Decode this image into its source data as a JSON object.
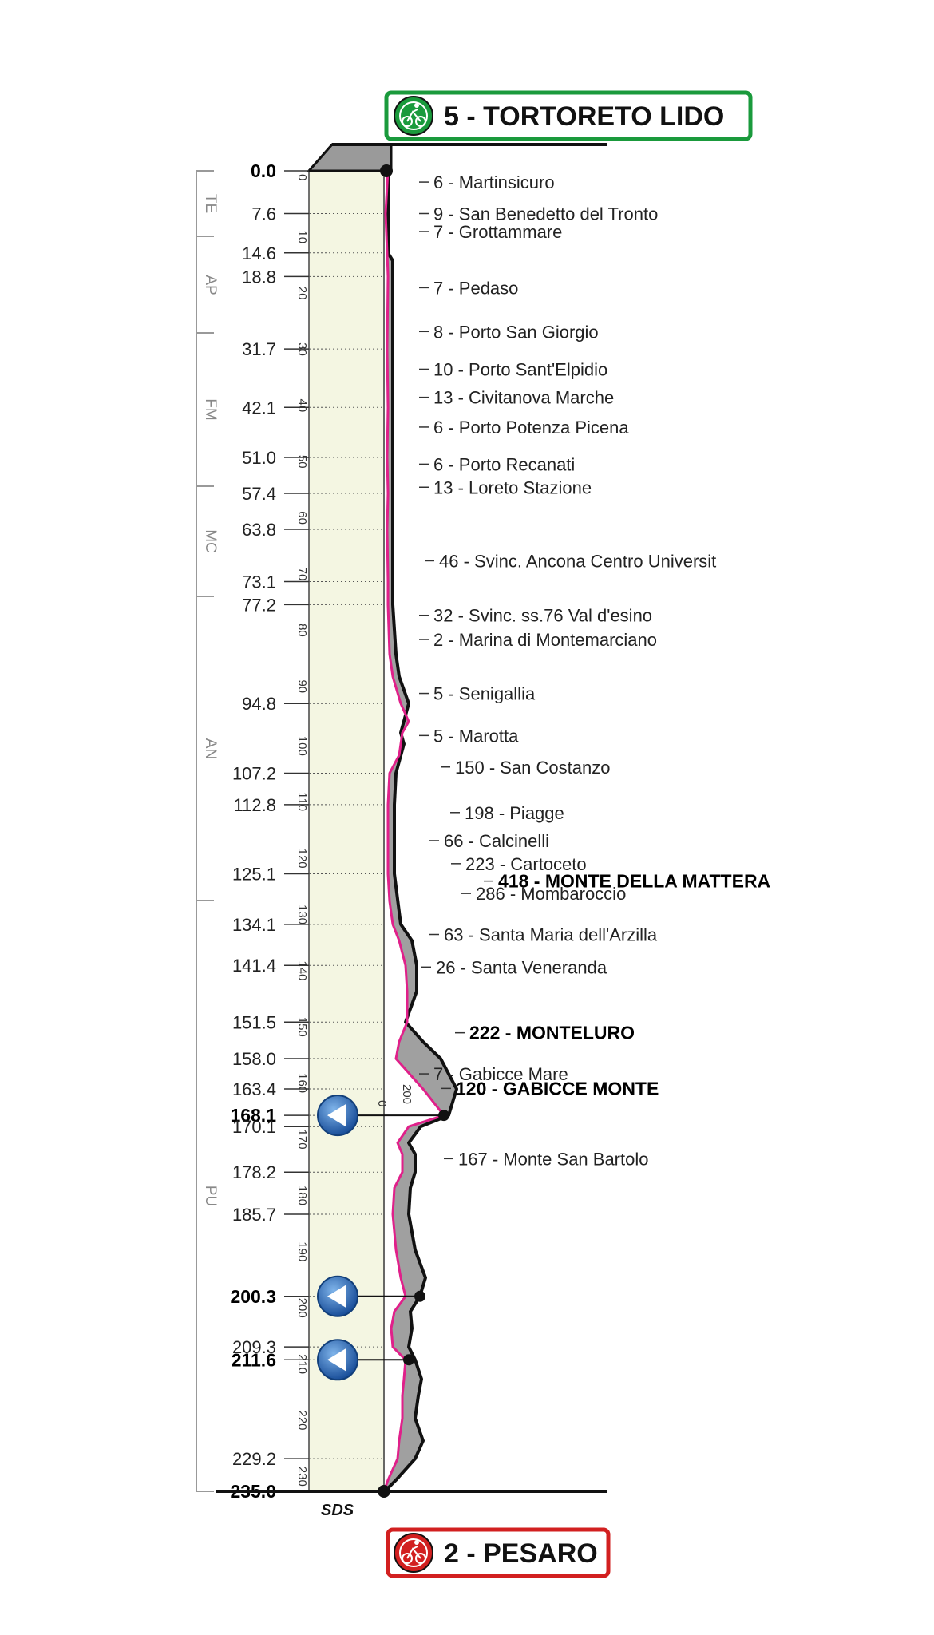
{
  "start": {
    "label": "5 - TORTORETO LIDO",
    "color": "#1a9a3c",
    "icon": "cyclist-start-icon"
  },
  "finish": {
    "label": "2 - PESARO",
    "color": "#d22020",
    "icon": "cyclist-finish-icon"
  },
  "credit": "SDS",
  "altitude_scale": {
    "labels": [
      "0",
      "200"
    ]
  },
  "distance_ticks": [
    "0",
    "10",
    "20",
    "30",
    "40",
    "50",
    "60",
    "70",
    "80",
    "90",
    "100",
    "110",
    "120",
    "130",
    "140",
    "150",
    "160",
    "170",
    "180",
    "190",
    "200",
    "210",
    "220",
    "230"
  ],
  "provinces": [
    "TE",
    "AP",
    "FM",
    "MC",
    "AN",
    "PU"
  ],
  "km_labels": [
    {
      "text": "0.0",
      "bold": true
    },
    {
      "text": "7.6",
      "bold": false
    },
    {
      "text": "14.6",
      "bold": false
    },
    {
      "text": "18.8",
      "bold": false
    },
    {
      "text": "31.7",
      "bold": false
    },
    {
      "text": "42.1",
      "bold": false
    },
    {
      "text": "51.0",
      "bold": false
    },
    {
      "text": "57.4",
      "bold": false
    },
    {
      "text": "63.8",
      "bold": false
    },
    {
      "text": "73.1",
      "bold": false
    },
    {
      "text": "77.2",
      "bold": false
    },
    {
      "text": "94.8",
      "bold": false
    },
    {
      "text": "107.2",
      "bold": false
    },
    {
      "text": "112.8",
      "bold": false
    },
    {
      "text": "125.1",
      "bold": false
    },
    {
      "text": "134.1",
      "bold": false
    },
    {
      "text": "141.4",
      "bold": false
    },
    {
      "text": "151.5",
      "bold": false
    },
    {
      "text": "158.0",
      "bold": false
    },
    {
      "text": "163.4",
      "bold": false
    },
    {
      "text": "168.1",
      "bold": true
    },
    {
      "text": "170.1",
      "bold": false
    },
    {
      "text": "178.2",
      "bold": false
    },
    {
      "text": "185.7",
      "bold": false
    },
    {
      "text": "200.3",
      "bold": true
    },
    {
      "text": "209.3",
      "bold": false
    },
    {
      "text": "211.6",
      "bold": true
    },
    {
      "text": "229.2",
      "bold": false
    },
    {
      "text": "235.0",
      "bold": true
    }
  ],
  "places": [
    {
      "text": "6 - Martinsicuro",
      "bold": false
    },
    {
      "text": "9 - San Benedetto del Tronto",
      "bold": false
    },
    {
      "text": "7 - Grottammare",
      "bold": false
    },
    {
      "text": "7 - Pedaso",
      "bold": false
    },
    {
      "text": "8 - Porto San Giorgio",
      "bold": false
    },
    {
      "text": "10 - Porto Sant'Elpidio",
      "bold": false
    },
    {
      "text": "13 - Civitanova Marche",
      "bold": false
    },
    {
      "text": "6 - Porto Potenza Picena",
      "bold": false
    },
    {
      "text": "6 - Porto Recanati",
      "bold": false
    },
    {
      "text": "13 - Loreto Stazione",
      "bold": false
    },
    {
      "text": "46 - Svinc. Ancona Centro Universit",
      "bold": false
    },
    {
      "text": "32 - Svinc. ss.76 Val d'esino",
      "bold": false
    },
    {
      "text": "2 - Marina di Montemarciano",
      "bold": false
    },
    {
      "text": "5 - Senigallia",
      "bold": false
    },
    {
      "text": "5 - Marotta",
      "bold": false
    },
    {
      "text": "150 - San Costanzo",
      "bold": false
    },
    {
      "text": "198 - Piagge",
      "bold": false
    },
    {
      "text": "66 - Calcinelli",
      "bold": false
    },
    {
      "text": "223 - Cartoceto",
      "bold": false
    },
    {
      "text": "418 - MONTE DELLA MATTERA",
      "bold": true
    },
    {
      "text": "286 - Mombaroccio",
      "bold": false
    },
    {
      "text": "63 - Santa Maria dell'Arzilla",
      "bold": false
    },
    {
      "text": "26 - Santa Veneranda",
      "bold": false
    },
    {
      "text": "222 - MONTELURO",
      "bold": true
    },
    {
      "text": "7 - Gabicce Mare",
      "bold": false
    },
    {
      "text": "120 - GABICCE MONTE",
      "bold": true
    },
    {
      "text": "167 - Monte San Bartolo",
      "bold": false
    }
  ],
  "climbs": [
    {
      "km": 168.1,
      "icon": "climb-marker-icon"
    },
    {
      "km": 200.3,
      "icon": "climb-marker-icon"
    },
    {
      "km": 211.6,
      "icon": "climb-marker-icon"
    }
  ],
  "colors": {
    "route": "#e0208a",
    "band": "#f4f6e2",
    "elevation": "#a0a0a0",
    "outline": "#222222",
    "climb": "#1f5fb0"
  }
}
